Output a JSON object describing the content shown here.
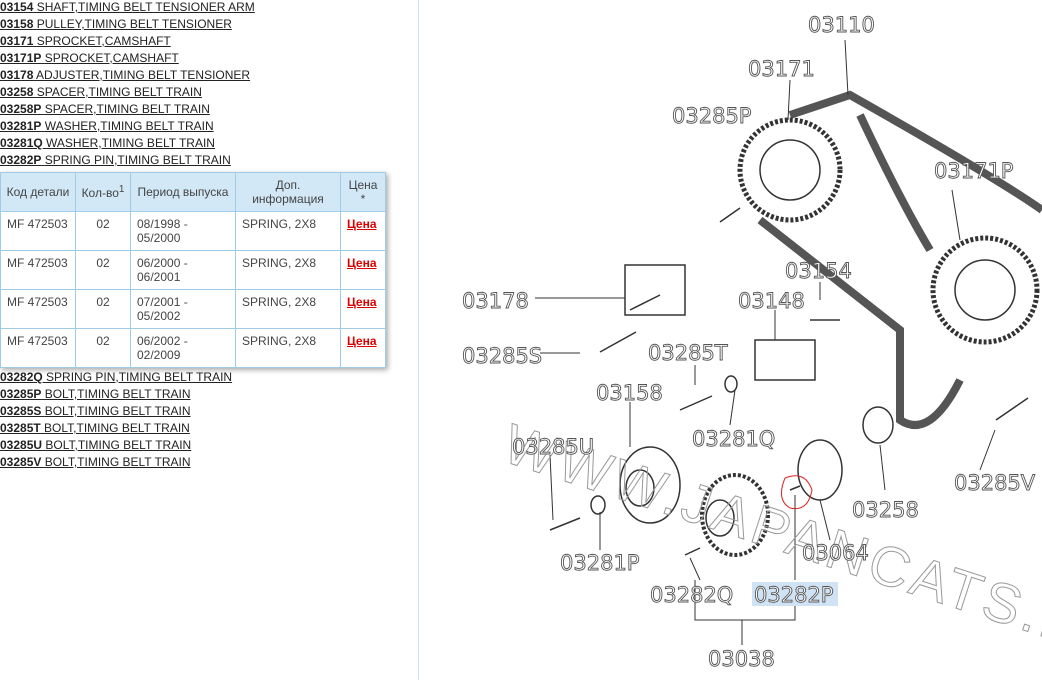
{
  "parts_before": [
    {
      "code": "03154",
      "name": "SHAFT,TIMING BELT TENSIONER ARM"
    },
    {
      "code": "03158",
      "name": "PULLEY,TIMING BELT TENSIONER"
    },
    {
      "code": "03171",
      "name": "SPROCKET,CAMSHAFT"
    },
    {
      "code": "03171P",
      "name": "SPROCKET,CAMSHAFT"
    },
    {
      "code": "03178",
      "name": "ADJUSTER,TIMING BELT TENSIONER"
    },
    {
      "code": "03258",
      "name": "SPACER,TIMING BELT TRAIN"
    },
    {
      "code": "03258P",
      "name": "SPACER,TIMING BELT TRAIN"
    },
    {
      "code": "03281P",
      "name": "WASHER,TIMING BELT TRAIN"
    },
    {
      "code": "03281Q",
      "name": "WASHER,TIMING BELT TRAIN"
    },
    {
      "code": "03282P",
      "name": "SPRING PIN,TIMING BELT TRAIN"
    }
  ],
  "table": {
    "headers": [
      "Код детали",
      "Кол-во",
      "Период выпуска",
      "Доп. информация",
      "Цена"
    ],
    "qty_sup": "1",
    "price_sup": "*",
    "rows": [
      {
        "code": "MF 472503",
        "qty": "02",
        "period1": "08/1998 -",
        "period2": "05/2000",
        "info": "SPRING, 2X8",
        "price": "Цена"
      },
      {
        "code": "MF 472503",
        "qty": "02",
        "period1": "06/2000 -",
        "period2": "06/2001",
        "info": "SPRING, 2X8",
        "price": "Цена"
      },
      {
        "code": "MF 472503",
        "qty": "02",
        "period1": "07/2001 -",
        "period2": "05/2002",
        "info": "SPRING, 2X8",
        "price": "Цена"
      },
      {
        "code": "MF 472503",
        "qty": "02",
        "period1": "06/2002 -",
        "period2": "02/2009",
        "info": "SPRING, 2X8",
        "price": "Цена"
      }
    ]
  },
  "parts_after": [
    {
      "code": "03282Q",
      "name": "SPRING PIN,TIMING BELT TRAIN"
    },
    {
      "code": "03285P",
      "name": "BOLT,TIMING BELT TRAIN"
    },
    {
      "code": "03285S",
      "name": "BOLT,TIMING BELT TRAIN"
    },
    {
      "code": "03285T",
      "name": "BOLT,TIMING BELT TRAIN"
    },
    {
      "code": "03285U",
      "name": "BOLT,TIMING BELT TRAIN"
    },
    {
      "code": "03285V",
      "name": "BOLT,TIMING BELT TRAIN"
    }
  ],
  "diagram": {
    "labels": [
      "03110",
      "03171",
      "03285P",
      "03171P",
      "03154",
      "03178",
      "03148",
      "03285S",
      "03285T",
      "03158",
      "03281Q",
      "03285U",
      "03258",
      "03285V",
      "03064",
      "03281P",
      "03282Q",
      "03282P",
      "03038"
    ],
    "highlighted": "03282P",
    "watermark": "WWW.JAPANCATS.RU",
    "highlight_color": "#cfe3f5"
  }
}
